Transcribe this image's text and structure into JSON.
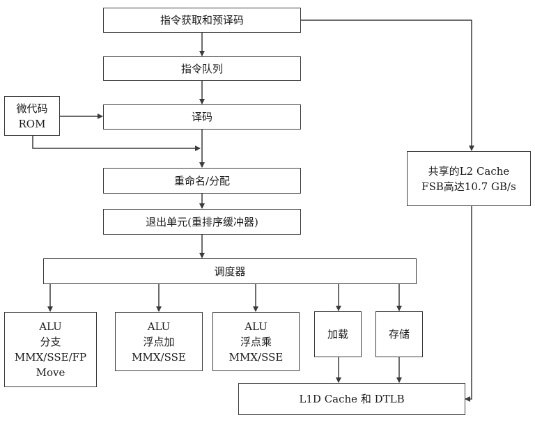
{
  "diagram": {
    "fetch": "指令获取和预译码",
    "queue": "指令队列",
    "microcode": [
      "微代码",
      "ROM"
    ],
    "decode": "译码",
    "rename": "重命名/分配",
    "retire": "退出单元(重排序缓冲器)",
    "scheduler": "调度器",
    "alu_branch": [
      "ALU",
      "分支",
      "MMX/SSE/FP",
      "Move"
    ],
    "alu_fp_add": [
      "ALU",
      "浮点加",
      "MMX/SSE"
    ],
    "alu_fp_mul": [
      "ALU",
      "浮点乘",
      "MMX/SSE"
    ],
    "load": "加载",
    "store": "存储",
    "l1d": "L1D Cache 和 DTLB",
    "l2": [
      "共享的L2 Cache",
      "FSB高达10.7 GB/s"
    ]
  },
  "colors": {
    "line": "#3a3a3a",
    "text": "#1a1a1a",
    "background": "#ffffff"
  }
}
